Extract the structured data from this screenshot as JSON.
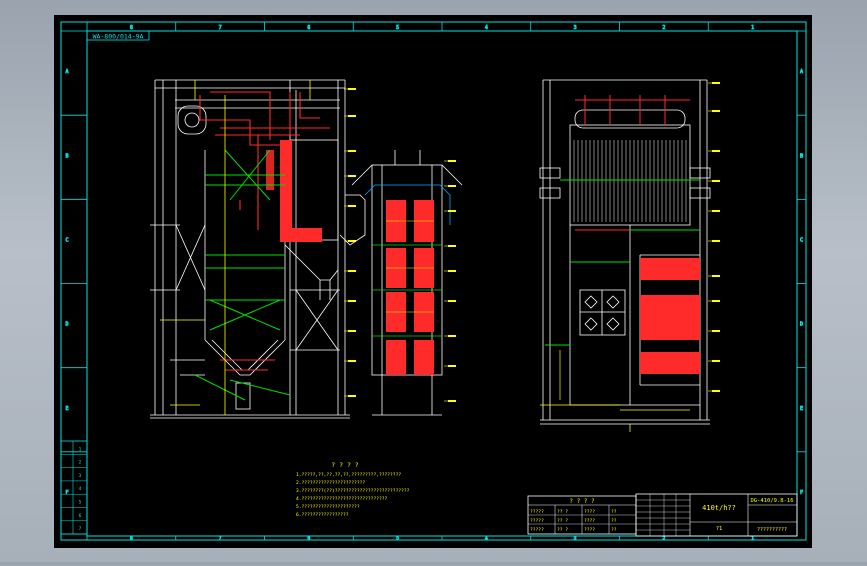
{
  "drawing_title_rotated": "WA-800/014-9A",
  "drawing_number": "DG-410/9.8-16",
  "title_block_name": "410t/h??",
  "title_block_sub": "?1",
  "title_block_caption": "??????????",
  "notes": {
    "heading": "? ? ? ?",
    "lines": [
      "1.?????,??,??,??,??,?????????,????????",
      "2.???????????????????????",
      "3.????????(??)???????????????????????????",
      "4.???????????????????????????????",
      "5.?????????????????????",
      "6.?????????????????"
    ]
  },
  "parts_table": {
    "heading": "? ? ? ?",
    "rows": [
      [
        "?????",
        "?? ?",
        "????",
        "??"
      ],
      [
        "?????",
        "?? ?",
        "????",
        "??"
      ],
      [
        "?????",
        "?? ?",
        "????",
        "??"
      ]
    ]
  },
  "revision_rows": [
    "1",
    "2",
    "3",
    "4",
    "5",
    "6",
    "7"
  ],
  "grid_cols": [
    "8",
    "7",
    "6",
    "5",
    "4",
    "3",
    "2",
    "1"
  ],
  "grid_rows": [
    "A",
    "B",
    "C",
    "D",
    "E",
    "F"
  ],
  "colors": {
    "paper": "#000000",
    "border": "#00e5e5",
    "structure": "#ffffff",
    "pipe_red": "#ff2a2a",
    "green": "#00e000",
    "yellow": "#ffff00",
    "frame_outer": "#000000"
  }
}
